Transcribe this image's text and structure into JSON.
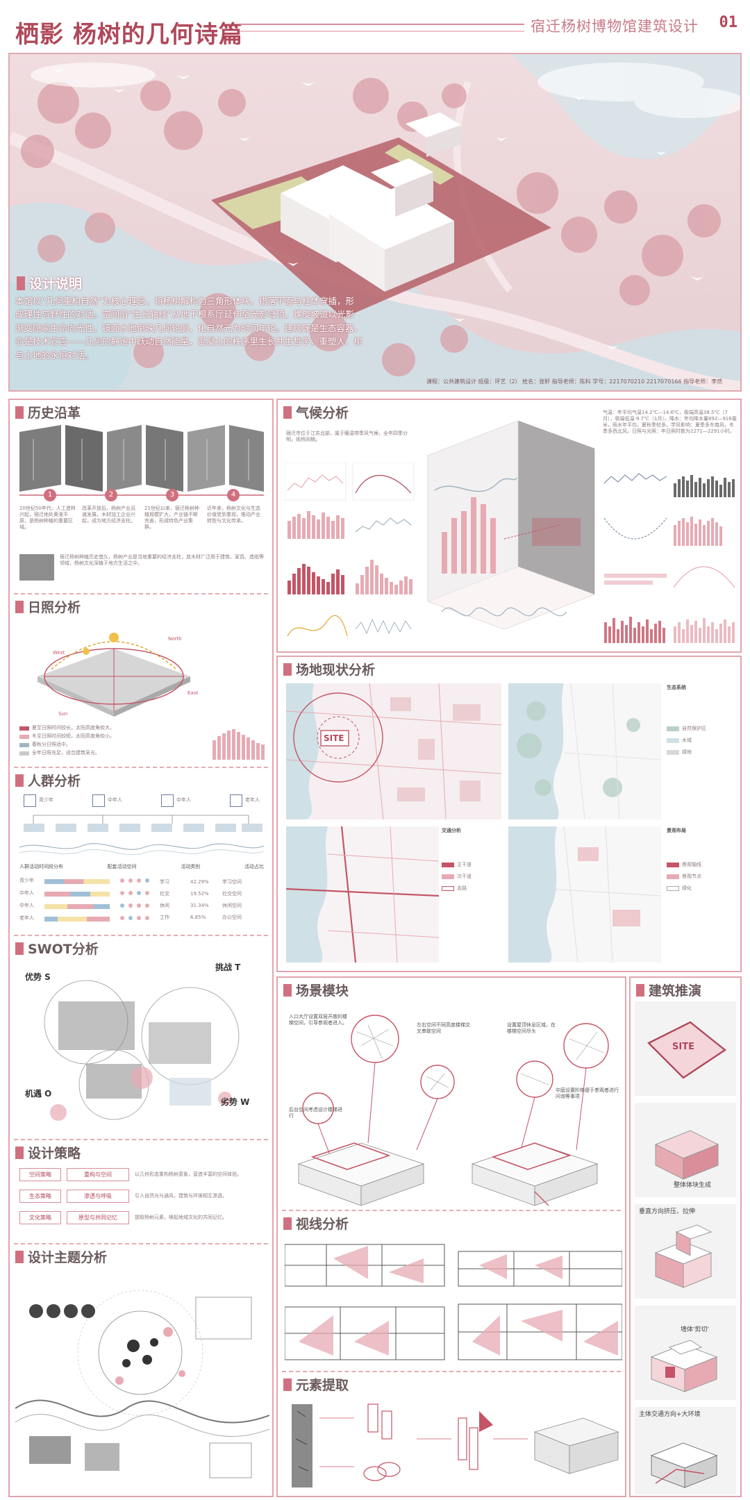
{
  "header": {
    "title": "栖影 杨树的几何诗篇",
    "subtitle": "宿迁杨树博物馆建筑设计",
    "sheet_no": "01"
  },
  "hero": {
    "section_title": "设计说明",
    "description": "本馆以“几何重构自然”为核心理念，将杨树解构为三角形体块，错落平面与柱体穿插，形成理性与野性的对话。空间沿“生长轴线”从地下根系厅延伸至光影穹顶，螺旋坡道以光影渐变隐喻生命向光性，镜面水池倒映几何轮廓，化自然元为时间年轮。建筑既是生态容器，亦是技术宣言——几何的静谧中跃动自然能量，混凝土的秩序里生长共生哲学，重塑人、树与土地的永恒对话。",
    "footer": "课程：公共建筑设计  班级：环艺（2）  姓名：张轩  指导老师：陈科  学号：2217070210  2217070166  指导老师：李然"
  },
  "sections": {
    "history": "历史沿革",
    "sun": "日照分析",
    "crowd": "人群分析",
    "swot": "SWOT分析",
    "strategy": "设计策略",
    "theme": "设计主题分析",
    "climate": "气候分析",
    "site": "场地现状分析",
    "scene": "场景模块",
    "evolution": "建筑推演",
    "sight": "视线分析",
    "element": "元素提取"
  },
  "history": {
    "steps": [
      "1",
      "2",
      "3",
      "4"
    ],
    "texts": [
      "20世纪50年代，人工造林兴起，宿迁地处黄淮平原，是杨树种植的重要区域。",
      "改革开放后，杨树产业迅速发展，木材加工企业兴起，成为地方经济支柱。",
      "21世纪以来，宿迁杨树种植规模扩大，产业链不断完善，形成特色产业集群。",
      "近年来，杨树文化与生态价值受到重视，推动产业转型与文化传承。"
    ],
    "summary": "宿迁杨树种植历史悠久，杨树产业是当地重要的经济支柱，其木材广泛用于建筑、家具、造纸等领域，杨树文化深植于地方生活之中。"
  },
  "sun": {
    "labels": [
      "North",
      "West",
      "East",
      "Sun"
    ],
    "legend": [
      "夏至日照时间较长，太阳高度角较大。",
      "冬至日照时间较短，太阳高度角较小。",
      "春秋分日照适中。",
      "全年日照充足，适合建筑采光。"
    ]
  },
  "crowd": {
    "groups": [
      "青少年",
      "中年人",
      "中年人",
      "老年人"
    ],
    "table_titles": [
      "人群活动时间段分布",
      "配套活动空间",
      "活动类别",
      "活动占比"
    ],
    "rows": [
      "青少年",
      "中年人",
      "中年人",
      "老年人"
    ],
    "stats": [
      {
        "name": "学习",
        "value": "42.29%"
      },
      {
        "name": "社交",
        "value": "19.52%"
      },
      {
        "name": "休闲",
        "value": "31.34%"
      },
      {
        "name": "工作",
        "value": "6.85%"
      }
    ],
    "spaces": [
      "学习空间",
      "社交空间",
      "休闲空间",
      "办公空间"
    ]
  },
  "swot": {
    "s": "优势 S",
    "w": "劣势 W",
    "o": "机遇 O",
    "t": "挑战 T"
  },
  "strategy": {
    "left": [
      "空间策略",
      "生态策略",
      "文化策略"
    ],
    "mid": [
      "重构与空间",
      "渗透与呼吸",
      "原型与共同记忆"
    ],
    "right": [
      "以几何形态重构杨树意象，营造丰富的空间体验。",
      "引入自然光与通风，建筑与环境相互渗透。",
      "提取杨树元素，唤起地域文化的共同记忆。"
    ]
  },
  "climate": {
    "intro": "宿迁市位于江苏北部，属于暖温带季风气候，全年四季分明，雨热同期。",
    "info": "气温：年平均气温14.2℃—14.6℃，极端高温38.5℃（7月），极端低温-9.7℃（1月）。降水：年均降水量892—916毫米，雨水年平均，夏秋季较多。学风影响：夏季多东南风，冬季多西北风。日照与光照：年日照时数为2271—2291小时。"
  },
  "site": {
    "site_label": "SITE",
    "legend_a_title": "生态系统",
    "legend_b_title": "交通分析",
    "legend_c_title": "景观布局",
    "legend_a": [
      "自然保护区",
      "水域",
      "绿地"
    ],
    "legend_b": [
      "主干道",
      "次干道",
      "支路"
    ],
    "legend_c": [
      "景观轴线",
      "景观节点",
      "绿化"
    ]
  },
  "scene": {
    "notes": [
      "入口大厅设置双层开敞的楼梯空间，引导参观者进入。",
      "左右空间不同高度楼梯交叉串联空间",
      "设置屋顶休息区域，在楼梯空间尽头",
      "中庭设置阶梯便于参观者进行问询等事项",
      "后台空间考虑设计楼梯进行"
    ]
  },
  "evolution": {
    "steps": [
      "SITE",
      "整体体块生成",
      "垂直方向挤压、拉伸",
      "墙体'剪切'",
      "主体交通方向+大环境"
    ]
  },
  "colors": {
    "accent": "#c45566",
    "pink": "#f2d3d8",
    "soft": "#e7aab3"
  }
}
